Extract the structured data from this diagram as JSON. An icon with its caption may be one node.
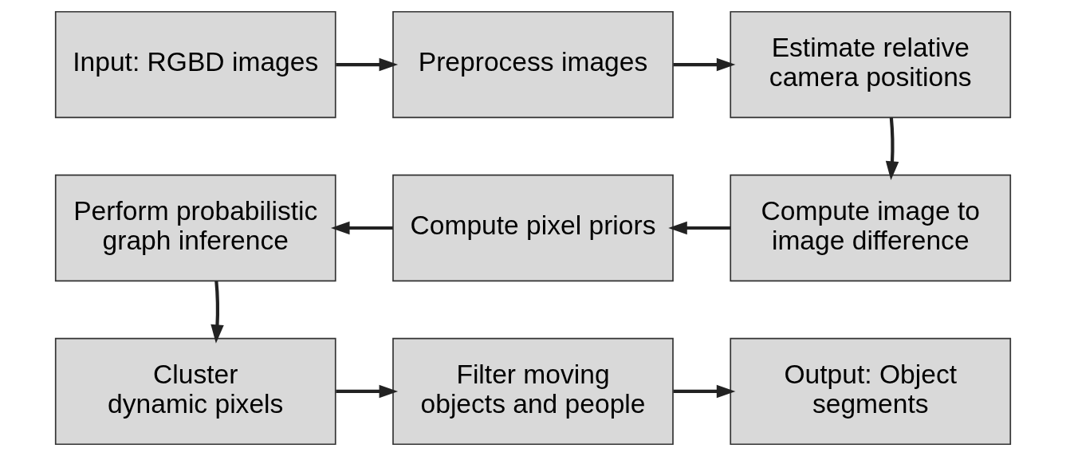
{
  "diagram": {
    "nodes": [
      {
        "text": [
          "Input: RGBD images"
        ]
      },
      {
        "text": [
          "Preprocess images"
        ]
      },
      {
        "text": [
          "Estimate relative camera positions"
        ]
      },
      {
        "text": [
          "Compute image to image difference"
        ]
      },
      {
        "text": [
          "Compute pixel priors"
        ]
      },
      {
        "text": [
          "Perform probabilistic graph inference"
        ]
      },
      {
        "text": [
          "Cluster dynamic pixels"
        ]
      },
      {
        "text": [
          "Filter moving objects and people"
        ]
      },
      {
        "text": [
          "Output: Object segments"
        ]
      }
    ],
    "edges": [
      {
        "from": 0,
        "to": 1,
        "arrow": "to"
      },
      {
        "from": 1,
        "to": 2,
        "arrow": "to"
      },
      {
        "from": 2,
        "to": 3,
        "arrow": "to"
      },
      {
        "from": 3,
        "to": 4,
        "arrow": "to"
      },
      {
        "from": 4,
        "to": 5,
        "arrow": "to"
      },
      {
        "from": 5,
        "to": 6,
        "arrow": "to"
      },
      {
        "from": 6,
        "to": 7,
        "arrow": "to"
      },
      {
        "from": 7,
        "to": 8,
        "arrow": "to"
      }
    ]
  }
}
